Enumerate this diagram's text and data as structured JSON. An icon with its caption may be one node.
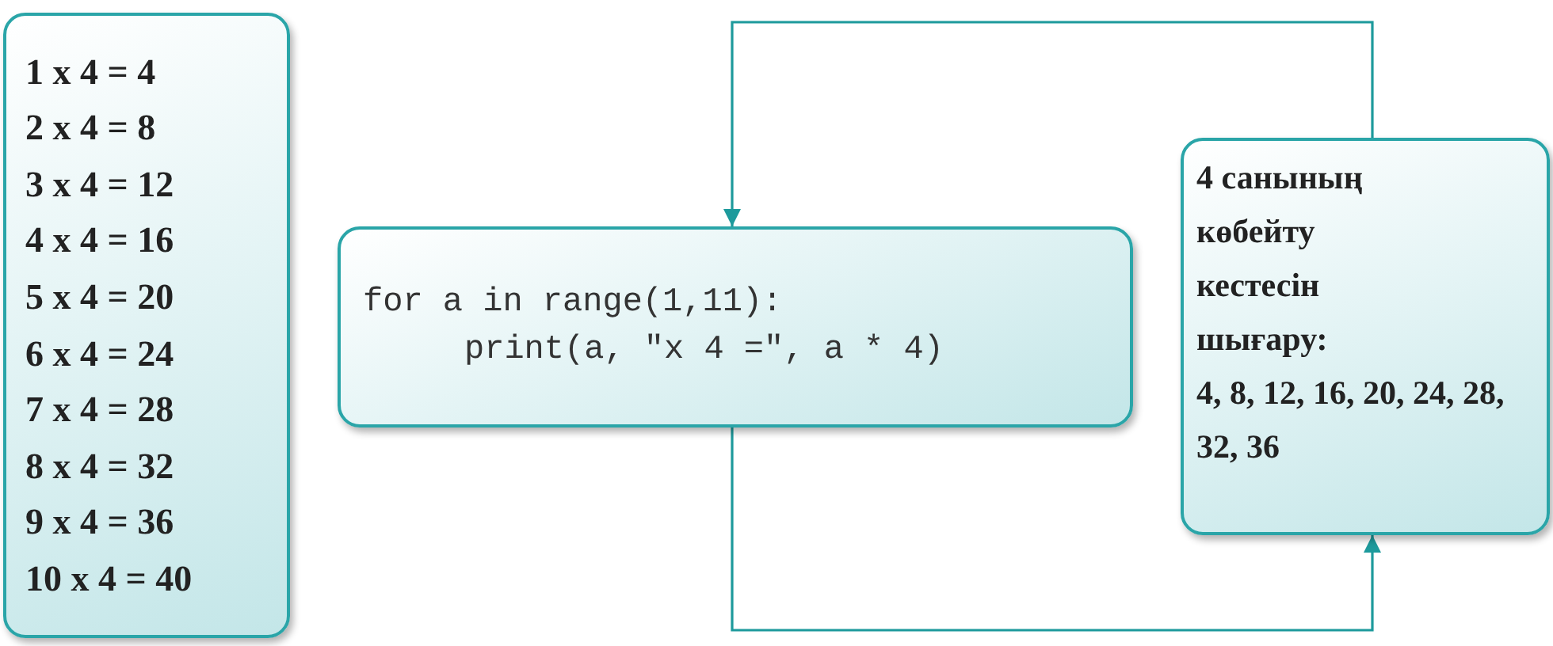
{
  "diagram": {
    "nodes": [
      {
        "text": [
          "1 x 4 = 4",
          "2 x 4 = 8",
          "3 x 4 = 12",
          "4 x 4 = 16",
          "5 x 4 = 20",
          "6 x 4 = 24",
          "7 x 4 = 28",
          "8 x 4 = 32",
          "9 x 4 = 36",
          "10 x 4 = 40"
        ]
      },
      {
        "text": [
          "for a in range(1,11):",
          "print(a, \"x 4 =\", a * 4)"
        ]
      },
      {
        "text": [
          "4 санының көбейту кестесін шығару:",
          "4, 8, 12, 16, 20, 24, 28, 32, 36"
        ]
      }
    ],
    "edges": [
      {
        "from": 1,
        "to": 2,
        "arrow": "to"
      },
      {
        "from": 2,
        "to": 1,
        "arrow": "to"
      }
    ]
  }
}
